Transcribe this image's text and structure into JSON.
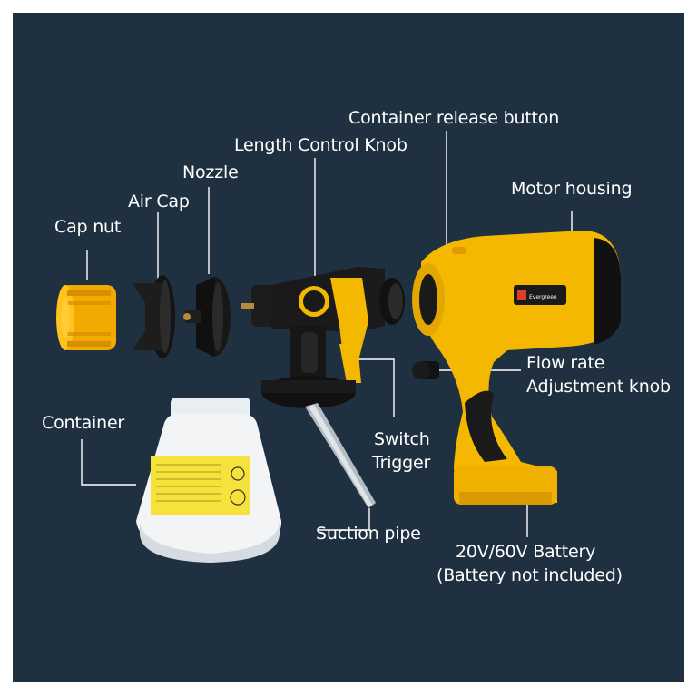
{
  "labels": {
    "container_release_button": "Container release button",
    "length_control_knob": "Length Control Knob",
    "nozzle": "Nozzle",
    "air_cap": "Air Cap",
    "cap_nut": "Cap nut",
    "motor_housing": "Motor housing",
    "flow_rate_line1": "Flow rate",
    "flow_rate_line2": "Adjustment knob",
    "container": "Container",
    "switch_trigger_line1": "Switch",
    "switch_trigger_line2": "Trigger",
    "suction_pipe": "Suction pipe",
    "battery_line1": "20V/60V Battery",
    "battery_line2": "(Battery not included)"
  },
  "brand_badge": "Evergreen",
  "colors": {
    "background": "#1f3140",
    "accent_yellow": "#f5b800",
    "body_black": "#1a1a1a",
    "leader_line": "#ffffff"
  }
}
